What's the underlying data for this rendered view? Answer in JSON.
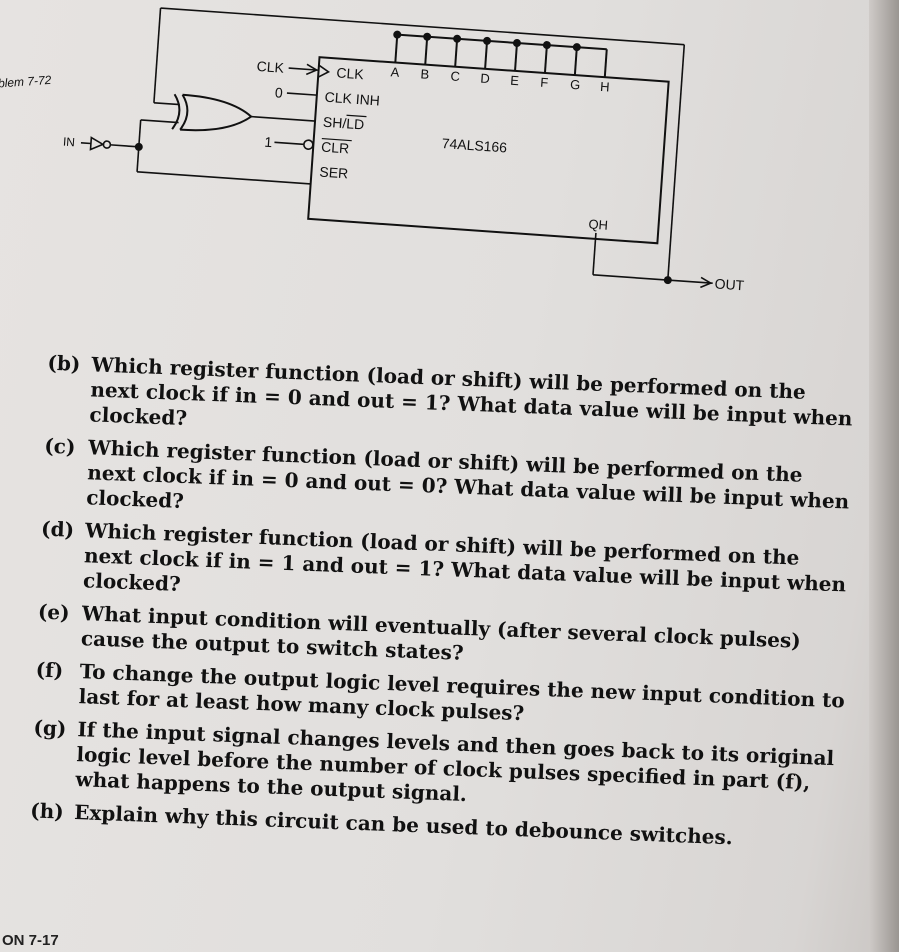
{
  "problem_label": "blem 7-72",
  "diagram": {
    "chip_name": "74ALS166",
    "pins_left": [
      "CLK",
      "CLK INH",
      "SH/LD",
      "CLR",
      "SER"
    ],
    "data_inputs": [
      "A",
      "B",
      "C",
      "D",
      "E",
      "F",
      "G",
      "H"
    ],
    "output_pin": "QH",
    "ext_clk": "CLK",
    "ext_zero": "0",
    "ext_one": "1",
    "input_label": "IN",
    "output_label": "OUT"
  },
  "questions": [
    {
      "letter": "(b)",
      "text": "Which register function (load or shift) will be performed on the next clock if in = 0 and out = 1? What data value will be input when clocked?"
    },
    {
      "letter": "(c)",
      "text": "Which register function (load or shift) will be performed on the next clock if in = 0 and out = 0? What data value will be input when clocked?"
    },
    {
      "letter": "(d)",
      "text": "Which register function (load or shift) will be performed on the next clock if in = 1 and out = 1? What data value will be input when clocked?"
    },
    {
      "letter": "(e)",
      "text": "What input condition will eventually (after several clock pulses) cause the output to switch states?"
    },
    {
      "letter": "(f)",
      "text": "To change the output logic level requires the new input condition to last for at least how many clock pulses?"
    },
    {
      "letter": "(g)",
      "text": "If the input signal changes levels and then goes back to its original logic level before the number of clock pulses specified in part (f), what happens to the output signal."
    },
    {
      "letter": "(h)",
      "text": "Explain why this circuit can be used to debounce switches."
    }
  ],
  "footer_label": "ON 7-17"
}
